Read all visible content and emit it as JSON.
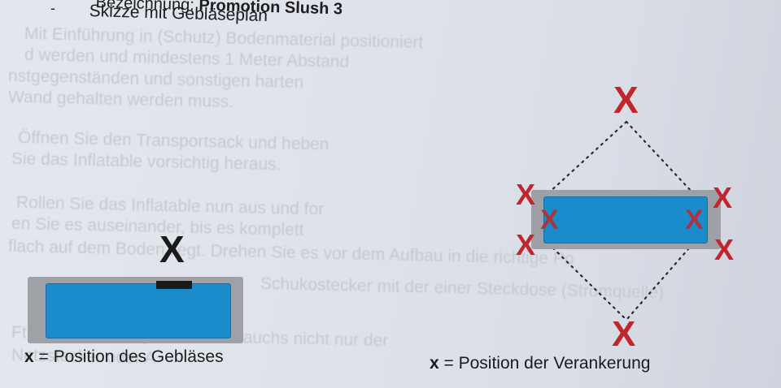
{
  "header": {
    "dash": "-",
    "title_prefix": "Bezeichnung: ",
    "title_product": "Promotion Slush 3",
    "subtitle": "Skizze mit Gebläseplan"
  },
  "background_text": [
    "Mit Einführung in (Schutz) Bodenmaterial positioniert",
    "d werden und mindestens 1 Meter Abstand",
    "nstgegenständen und sonstigen harten",
    "Wand gehalten werden muss.",
    "Öffnen Sie den Transportsack und heben",
    "Sie das Inflatable vorsichtig heraus.",
    "Rollen Sie das Inflatable nun aus und for",
    "en Sie es auseinander, bis es komplett",
    "flach auf dem Boden liegt. Drehen Sie es vor dem Aufbau in die richtige Po",
    "Schukostecker mit der einer Steckdose (Stromquelle)",
    "Ft                    während des späteren Gebrauchs nicht nur der",
    "                              Netzstecker oder A"
  ],
  "left_diagram": {
    "blower_marker": "X",
    "legend_symbol": "x",
    "legend_text": " = Position des Gebläses"
  },
  "right_diagram": {
    "anchor_marker": "X",
    "legend_symbol": "x",
    "legend_text": " = Position der Verankerung"
  },
  "colors": {
    "inflatable_blue": "#1a8ccc",
    "frame_gray": "#9fa1a6",
    "anchor_red": "#c0262b",
    "blower_black": "#1b1b1b"
  }
}
